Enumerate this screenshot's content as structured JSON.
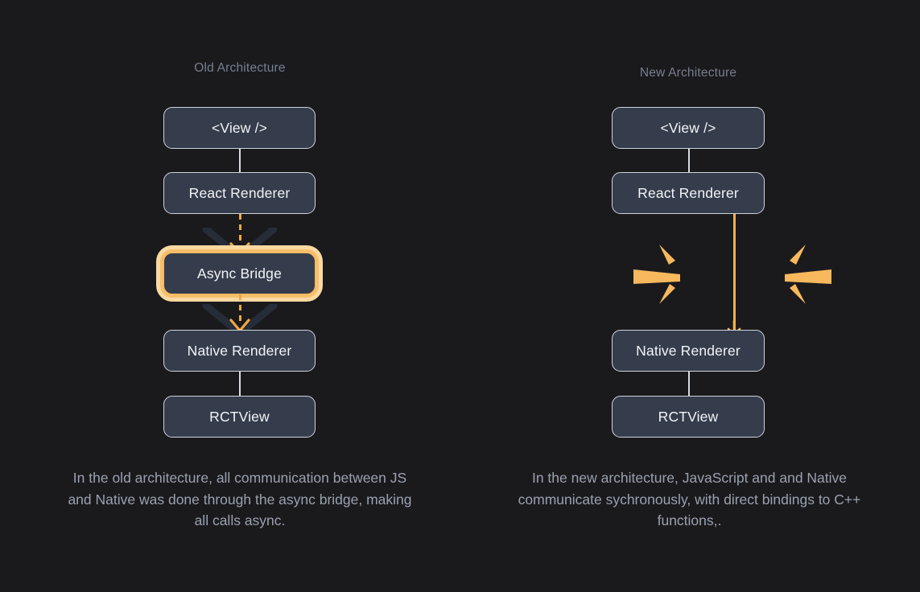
{
  "theme": {
    "background": "#1a1a1d",
    "box_fill": "#353d4c",
    "box_border": "#cfd4dc",
    "box_text": "#f2f4f7",
    "accent_orange": "#f5b04a",
    "accent_ring_inner": "#f7bf6b",
    "accent_ring_outer": "#fad9a2",
    "dash_orange": "#f0a93f",
    "title_text": "#767e8e",
    "caption_text": "#9aa1ae",
    "connector_line": "#d8dbe0",
    "arrow_wing_dark": "#262c38"
  },
  "columns": [
    {
      "id": "old",
      "title": "Old Architecture",
      "nodes": [
        {
          "label": "<View />",
          "name": "view",
          "highlighted": false
        },
        {
          "label": "React Renderer",
          "name": "react",
          "highlighted": false
        },
        {
          "label": "Async Bridge",
          "name": "bridge",
          "highlighted": true
        },
        {
          "label": "Native Renderer",
          "name": "native",
          "highlighted": false
        },
        {
          "label": "RCTView",
          "name": "rct",
          "highlighted": false
        }
      ],
      "connector_style": "dashed-async",
      "caption": "In the old architecture, all communication between JS and Native was done through the async bridge, making all calls async."
    },
    {
      "id": "new",
      "title": "New Architecture",
      "nodes": [
        {
          "label": "<View />",
          "name": "view",
          "highlighted": false
        },
        {
          "label": "React Renderer",
          "name": "react",
          "highlighted": false
        },
        {
          "label": "Native Renderer",
          "name": "native",
          "highlighted": false
        },
        {
          "label": "RCTView",
          "name": "rct",
          "highlighted": false
        }
      ],
      "connector_style": "solid-sync-burst",
      "caption": "In the new architecture, JavaScript and and Native communicate sychronously, with direct bindings to C++ functions,."
    }
  ],
  "icons": {
    "burst": "burst-rays-icon",
    "down_arrow": "arrow-down-icon",
    "chevron_down": "chevron-down-icon"
  }
}
